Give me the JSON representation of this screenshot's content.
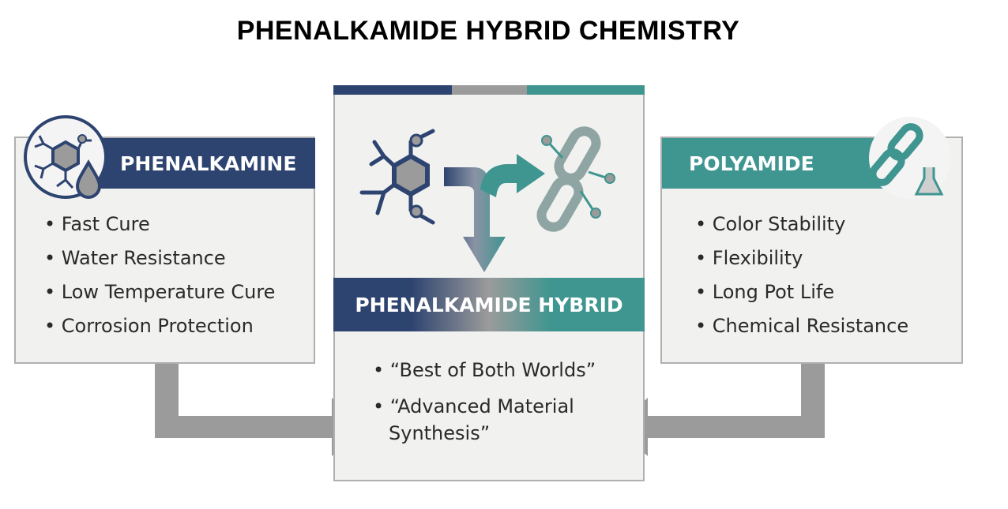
{
  "title": "PHENALKAMIDE HYBRID CHEMISTRY",
  "left": {
    "heading": "PHENALKAMINE",
    "items": [
      "Fast Cure",
      "Water Resistance",
      "Low Temperature Cure",
      "Corrosion Protection"
    ],
    "icon": "molecule-drop-icon"
  },
  "right": {
    "heading": "POLYAMIDE",
    "items": [
      "Color Stability",
      "Flexibility",
      "Long Pot Life",
      "Chemical Resistance"
    ],
    "icon": "chain-flask-icon"
  },
  "center": {
    "heading": "PHENALKAMIDE HYBRID",
    "items": [
      "“Best of Both Worlds”",
      "“Advanced Material Synthesis”"
    ],
    "icon": "molecule-to-chain-icon"
  },
  "colors": {
    "navy": "#2e4470",
    "teal": "#3f9590",
    "gray": "#9b9b9b"
  }
}
